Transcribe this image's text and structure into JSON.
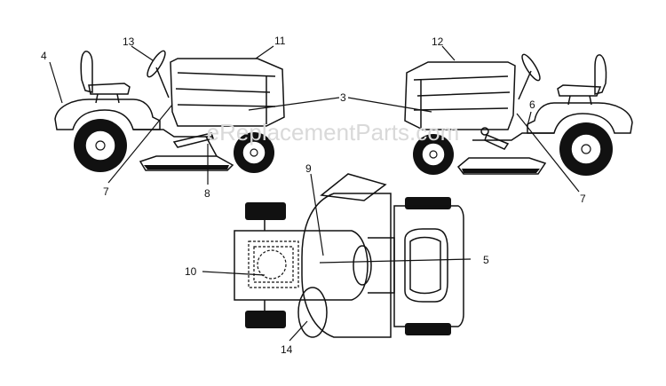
{
  "watermark": "eReplacementParts.com",
  "callouts": {
    "c3": "3",
    "c4": "4",
    "c5": "5",
    "c6": "6",
    "c7a": "7",
    "c7b": "7",
    "c8": "8",
    "c9": "9",
    "c10": "10",
    "c11": "11",
    "c12": "12",
    "c13": "13",
    "c14": "14"
  }
}
